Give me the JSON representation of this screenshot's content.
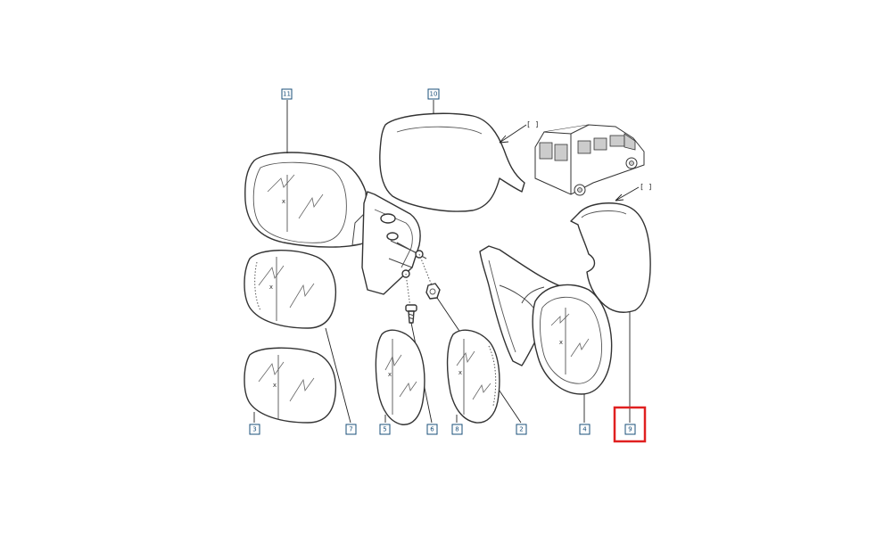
{
  "diagram": {
    "parts": [
      {
        "id": "mirror-assembly",
        "label": "11"
      },
      {
        "id": "cap-upper",
        "label": "10"
      },
      {
        "id": "glass-lower-left",
        "label": "3"
      },
      {
        "id": "glass-mid-left",
        "label": "7"
      },
      {
        "id": "glass-small",
        "label": "5"
      },
      {
        "id": "screw",
        "label": "6"
      },
      {
        "id": "glass-right-small",
        "label": "8"
      },
      {
        "id": "bracket",
        "label": "2"
      },
      {
        "id": "housing",
        "label": "4"
      },
      {
        "id": "cap-right",
        "label": "9"
      }
    ],
    "ref_marks": [
      "[ ]",
      "[ ]"
    ],
    "highlight_color": "#e02020"
  }
}
